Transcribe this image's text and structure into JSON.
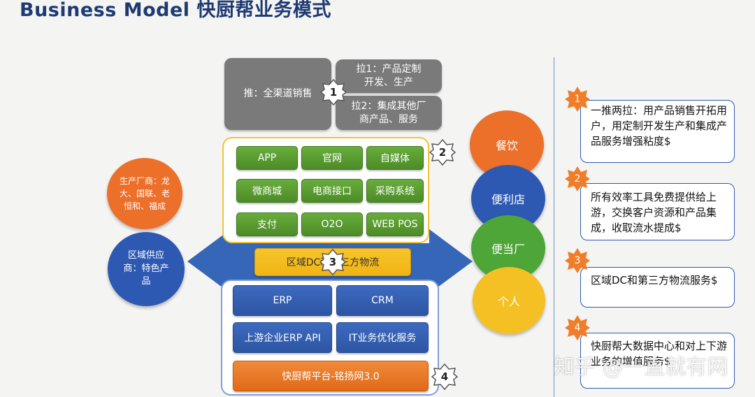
{
  "title": "Business Model 快厨帮业务模式",
  "top": {
    "push": "推：全渠道销售",
    "pull1": "拉1：产品定制开发、生产",
    "pull2": "拉2：集成其他厂商产品、服务"
  },
  "channels": [
    "APP",
    "官网",
    "自媒体",
    "微商城",
    "电商接口",
    "采购系统",
    "支付",
    "O2O",
    "WEB POS"
  ],
  "logistics": "区域DC和第三方物流",
  "systems": [
    "ERP",
    "CRM",
    "上游企业ERP API",
    "IT业务优化服务"
  ],
  "platform": "快厨帮平台-铭扬网3.0",
  "badges": [
    "1",
    "2",
    "3",
    "4"
  ],
  "suppliers": [
    "生产厂商：龙大、国联、老恒和、福成",
    "区域供应商：特色产品"
  ],
  "customers": [
    "餐饮",
    "便利店",
    "便当厂",
    "个人"
  ],
  "notes": [
    {
      "num": "1",
      "text": "一推两拉：用产品销售开拓用户，用定制开发生产和集成产品服务增强粘度$"
    },
    {
      "num": "2",
      "text": "所有效率工具免费提供给上游，交换客户资源和产品集成，收取流水提成$"
    },
    {
      "num": "3",
      "text": "区域DC和第三方物流服务$"
    },
    {
      "num": "4",
      "text": "快厨帮大数据中心和对上下游业务的增值服务$"
    }
  ],
  "watermark": "知乎 @一直就有网",
  "colors": {
    "title": "#1f3a73",
    "green": "#55962d",
    "blue": "#2d55a3",
    "orange": "#e06a18",
    "yellow": "#f1b314",
    "arrow": "#3566b8",
    "gray": "#7a7a7a"
  }
}
